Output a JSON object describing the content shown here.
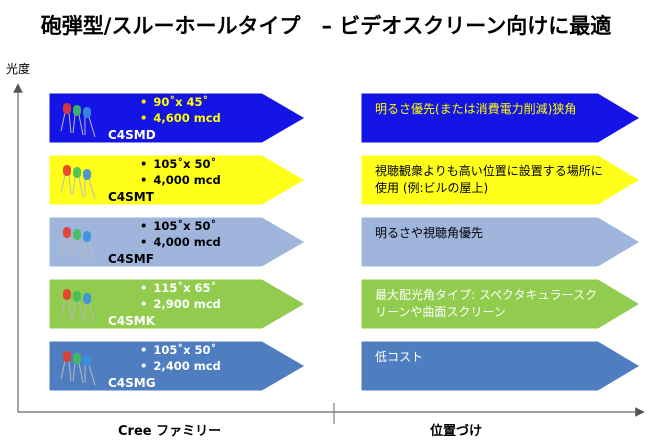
{
  "title": "砲弾型/スルーホールタイプ　– ビデオスクリーン向けに最適",
  "y_axis_label": "光度",
  "x_axis": {
    "left_label": "Cree ファミリー",
    "right_label": "位置づけ"
  },
  "rows": [
    {
      "model": "C4SMD",
      "angle": "90˚x 45˚",
      "intensity": "4,600 mcd",
      "positioning": "明るさ優先(または消費電力削減)狭角",
      "fill": "#1414e6",
      "text_color": "#ffff00",
      "model_color": "#ffffff",
      "pos_text_color": "#ffff00"
    },
    {
      "model": "C4SMT",
      "angle": "105˚x 50˚",
      "intensity": "4,000 mcd",
      "positioning": "視聴観衆よりも高い位置に設置する場所に使用 (例:ビルの屋上)",
      "fill": "#ffff1a",
      "text_color": "#000000",
      "model_color": "#000000",
      "pos_text_color": "#000000"
    },
    {
      "model": "C4SMF",
      "angle": "105˚x 50˚",
      "intensity": "4,000 mcd",
      "positioning": "明るさや視聴角優先",
      "fill": "#9fb5dc",
      "text_color": "#000000",
      "model_color": "#000000",
      "pos_text_color": "#000000"
    },
    {
      "model": "C4SMK",
      "angle": "115˚x 65˚",
      "intensity": "2,900 mcd",
      "positioning": "最大配光角タイプ: スペクタキュラースクリーンや曲面スクリーン",
      "fill": "#92cc4e",
      "text_color": "#ffffff",
      "model_color": "#ffffff",
      "pos_text_color": "#ffffff"
    },
    {
      "model": "C4SMG",
      "angle": "105˚x 50˚",
      "intensity": "2,400 mcd",
      "positioning": "低コスト",
      "fill": "#4f7ec0",
      "text_color": "#ffffff",
      "model_color": "#ffffff",
      "pos_text_color": "#ffffff"
    }
  ]
}
